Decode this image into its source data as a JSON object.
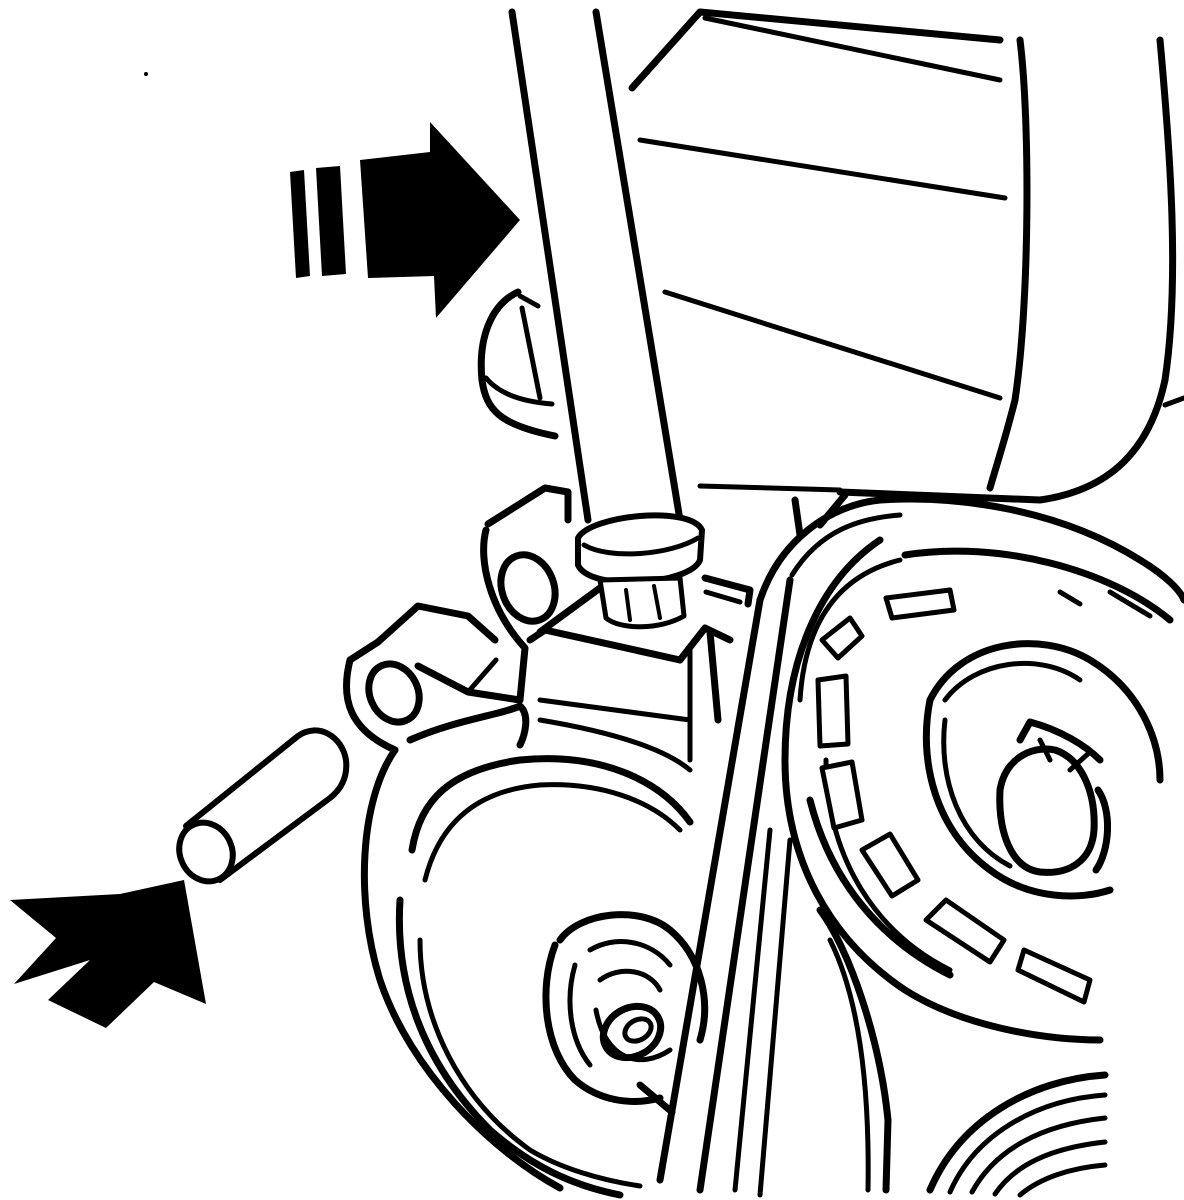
{
  "figure": {
    "style": "black line-art technical illustration",
    "colors": {
      "ink": "#000000",
      "paper": "#ffffff"
    },
    "indicators": [
      {
        "id": "arrow-top",
        "kind": "motion arrow with speed lines",
        "points": "right"
      },
      {
        "id": "arrow-bottom-left",
        "kind": "solid arrow",
        "points": "up-right"
      }
    ],
    "parts": [
      "engine-block",
      "ratchet-extension",
      "socket",
      "tensioner-bolt",
      "tensioner-bracket",
      "locking-pin",
      "tensioner-pulley",
      "crankshaft-pulley",
      "drive-belt",
      "lower-pulley"
    ]
  }
}
